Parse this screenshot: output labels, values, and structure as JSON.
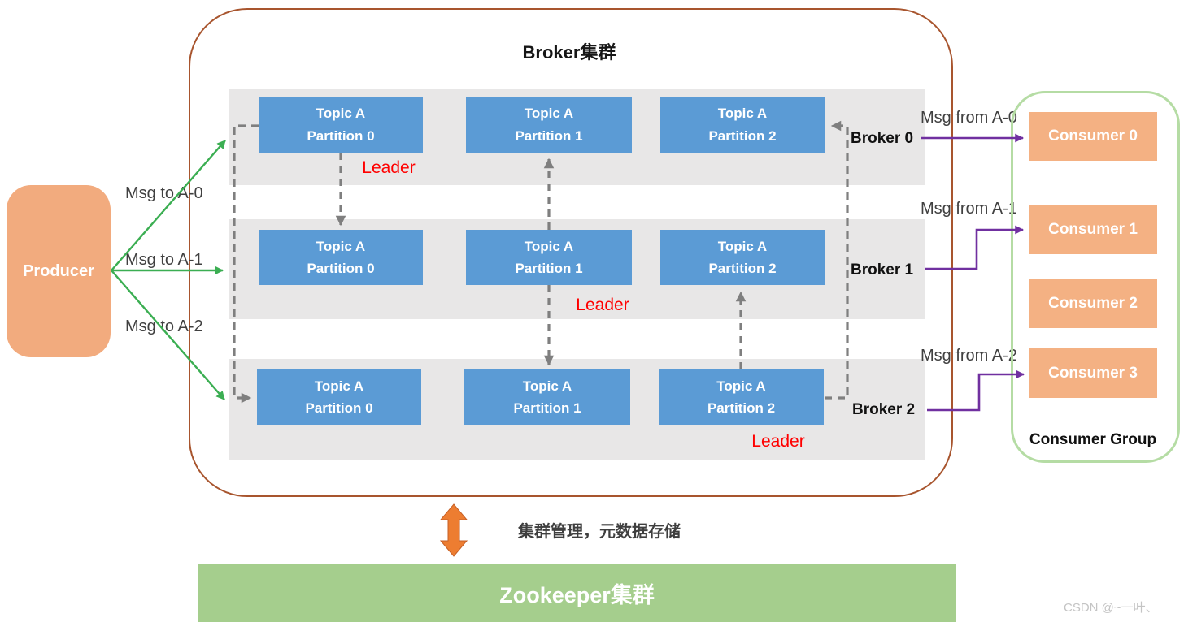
{
  "title": "Broker集群",
  "producer": {
    "label": "Producer"
  },
  "msg_to": [
    "Msg to A-0",
    "Msg to A-1",
    "Msg to A-2"
  ],
  "msg_from": [
    "Msg from A-0",
    "Msg from A-1",
    "Msg from A-2"
  ],
  "leader_label": "Leader",
  "brokers": [
    {
      "label": "Broker 0",
      "partitions": [
        {
          "line1": "Topic A",
          "line2": "Partition 0"
        },
        {
          "line1": "Topic A",
          "line2": "Partition 1"
        },
        {
          "line1": "Topic A",
          "line2": "Partition 2"
        }
      ],
      "leader_of": "Partition 0"
    },
    {
      "label": "Broker 1",
      "partitions": [
        {
          "line1": "Topic A",
          "line2": "Partition 0"
        },
        {
          "line1": "Topic A",
          "line2": "Partition 1"
        },
        {
          "line1": "Topic A",
          "line2": "Partition 2"
        }
      ],
      "leader_of": "Partition 1"
    },
    {
      "label": "Broker 2",
      "partitions": [
        {
          "line1": "Topic A",
          "line2": "Partition 0"
        },
        {
          "line1": "Topic A",
          "line2": "Partition 1"
        },
        {
          "line1": "Topic A",
          "line2": "Partition 2"
        }
      ],
      "leader_of": "Partition 2"
    }
  ],
  "consumer_group": {
    "title": "Consumer Group",
    "consumers": [
      "Consumer 0",
      "Consumer 1",
      "Consumer 2",
      "Consumer 3"
    ]
  },
  "zookeeper": {
    "label": "Zookeeper集群",
    "caption": "集群管理，元数据存储"
  },
  "watermark": "CSDN @~一叶、",
  "colors": {
    "partition_blue": "#5B9BD5",
    "band_gray": "#E8E7E7",
    "producer_orange": "#F2AB7E",
    "consumer_orange": "#F4B183",
    "cluster_border_brown": "#A8552E",
    "consumer_group_border_green": "#B5DCA4",
    "zookeeper_green": "#A5CE8D",
    "leader_red": "#FF0000",
    "arrow_green": "#3BAE52",
    "arrow_purple": "#7030A0",
    "replication_dash_gray": "#7F7F7F",
    "zookeeper_arrow_orange": "#ED7D31"
  }
}
